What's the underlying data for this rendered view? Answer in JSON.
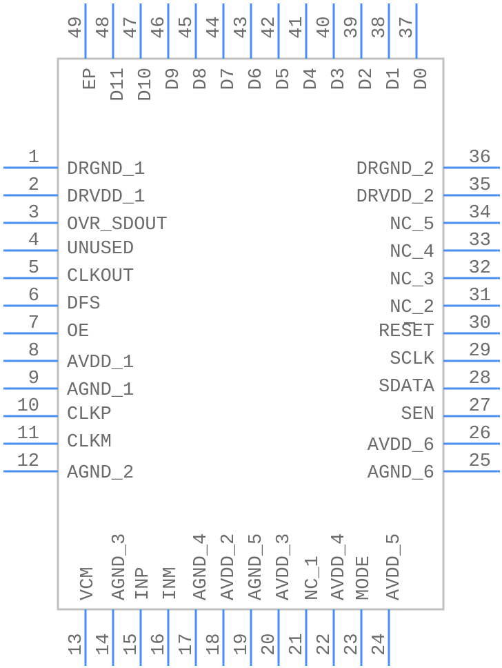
{
  "title": "IC pinout (49-pin)",
  "colors": {
    "pin": "#4a8ef0",
    "body_outline": "#c0c0c0",
    "text": "#6b6b6b"
  },
  "left_pins": [
    {
      "num": "1",
      "name": "DRGND_1"
    },
    {
      "num": "2",
      "name": "DRVDD_1"
    },
    {
      "num": "3",
      "name": "OVR_SDOUT"
    },
    {
      "num": "4",
      "name": "UNUSED"
    },
    {
      "num": "5",
      "name": "CLKOUT"
    },
    {
      "num": "6",
      "name": "DFS"
    },
    {
      "num": "7",
      "name": "OE"
    },
    {
      "num": "8",
      "name": "AVDD_1"
    },
    {
      "num": "9",
      "name": "AGND_1"
    },
    {
      "num": "10",
      "name": "CLKP"
    },
    {
      "num": "11",
      "name": "CLKM"
    },
    {
      "num": "12",
      "name": "AGND_2"
    }
  ],
  "bottom_pins": [
    {
      "num": "13",
      "name": "VCM"
    },
    {
      "num": "14",
      "name": "AGND_3"
    },
    {
      "num": "15",
      "name": "INP"
    },
    {
      "num": "16",
      "name": "INM"
    },
    {
      "num": "17",
      "name": "AGND_4"
    },
    {
      "num": "18",
      "name": "AVDD_2"
    },
    {
      "num": "19",
      "name": "AGND_5"
    },
    {
      "num": "20",
      "name": "AVDD_3"
    },
    {
      "num": "21",
      "name": "NC_1"
    },
    {
      "num": "22",
      "name": "AVDD_4"
    },
    {
      "num": "23",
      "name": "MODE"
    },
    {
      "num": "24",
      "name": "AVDD_5"
    }
  ],
  "right_pins": [
    {
      "num": "36",
      "name": "DRGND_2"
    },
    {
      "num": "35",
      "name": "DRVDD_2"
    },
    {
      "num": "34",
      "name": "NC_5"
    },
    {
      "num": "33",
      "name": "NC_4"
    },
    {
      "num": "32",
      "name": "NC_3"
    },
    {
      "num": "31",
      "name": "NC_2"
    },
    {
      "num": "30",
      "name": "RESET"
    },
    {
      "num": "29",
      "name": "SCLK"
    },
    {
      "num": "28",
      "name": "SDATA"
    },
    {
      "num": "27",
      "name": "SEN"
    },
    {
      "num": "26",
      "name": "AVDD_6"
    },
    {
      "num": "25",
      "name": "AGND_6"
    }
  ],
  "top_pins": [
    {
      "num": "49",
      "name": "EP"
    },
    {
      "num": "48",
      "name": "D11"
    },
    {
      "num": "47",
      "name": "D10"
    },
    {
      "num": "46",
      "name": "D9"
    },
    {
      "num": "45",
      "name": "D8"
    },
    {
      "num": "44",
      "name": "D7"
    },
    {
      "num": "43",
      "name": "D6"
    },
    {
      "num": "42",
      "name": "D5"
    },
    {
      "num": "41",
      "name": "D4"
    },
    {
      "num": "40",
      "name": "D3"
    },
    {
      "num": "39",
      "name": "D2"
    },
    {
      "num": "38",
      "name": "D1"
    },
    {
      "num": "37",
      "name": "D0"
    }
  ]
}
